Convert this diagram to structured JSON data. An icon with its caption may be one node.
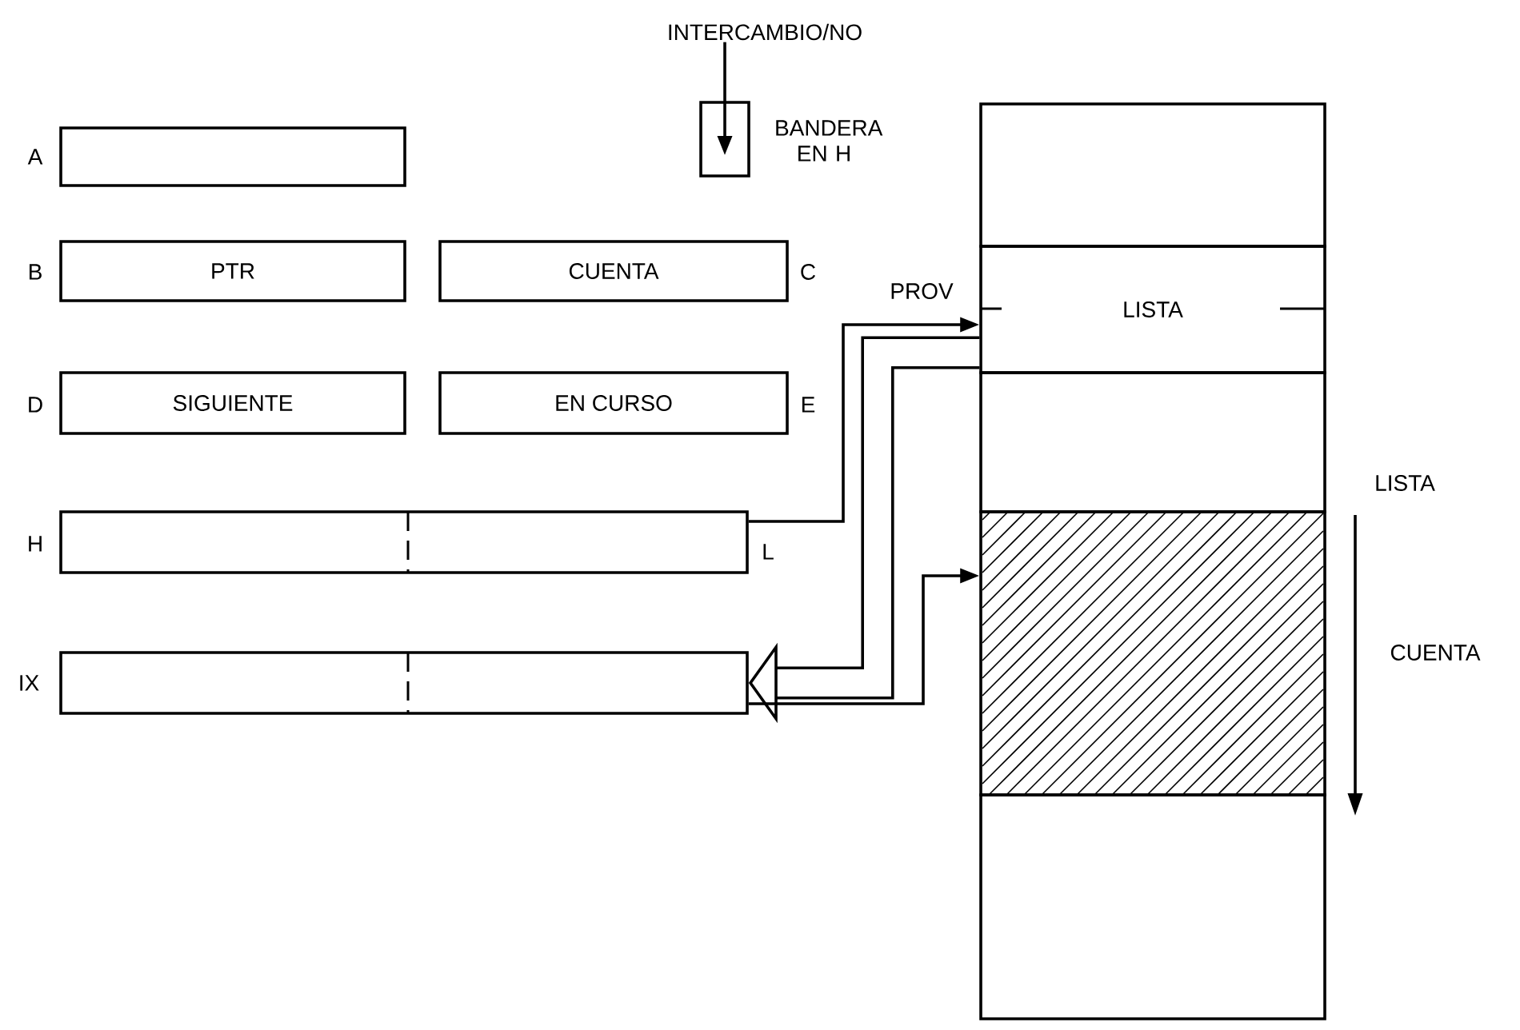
{
  "diagram": {
    "nodes": [
      {
        "text": [
          "INTERCAMBIO/NO"
        ]
      },
      {
        "text": [],
        "shape": "box",
        "beside": [
          "A"
        ]
      },
      {
        "text": [],
        "shape": "box",
        "beside": [
          "BANDERA EN H"
        ]
      },
      {
        "text": [
          "PTR"
        ],
        "beside": [
          "B"
        ]
      },
      {
        "text": [
          "CUENTA"
        ],
        "beside": [
          "C"
        ]
      },
      {
        "text": [
          "SIGUIENTE"
        ],
        "beside": [
          "D"
        ]
      },
      {
        "text": [
          "EN CURSO"
        ],
        "beside": [
          "E"
        ]
      },
      {
        "text": [],
        "shape": "box",
        "beside": [
          "H",
          "L"
        ]
      },
      {
        "text": [],
        "shape": "box",
        "beside": [
          "IX"
        ]
      },
      {
        "text": [],
        "shape": "box"
      },
      {
        "text": [
          "LISTA"
        ],
        "beside": [
          "PROV"
        ]
      },
      {
        "text": [],
        "shape": "box"
      },
      {
        "text": [],
        "shape": "box"
      },
      {
        "text": [],
        "shape": "box"
      }
    ],
    "edges": [
      {
        "from": 0,
        "to": 2,
        "arrow": "to"
      },
      {
        "from": 7,
        "to": 10,
        "arrow": "to"
      },
      {
        "from": 10,
        "to": 8,
        "arrow": "to",
        "style": "thick"
      },
      {
        "from": 8,
        "to": 12,
        "arrow": "to"
      }
    ],
    "labels": [
      "LISTA",
      "CUENTA"
    ]
  }
}
